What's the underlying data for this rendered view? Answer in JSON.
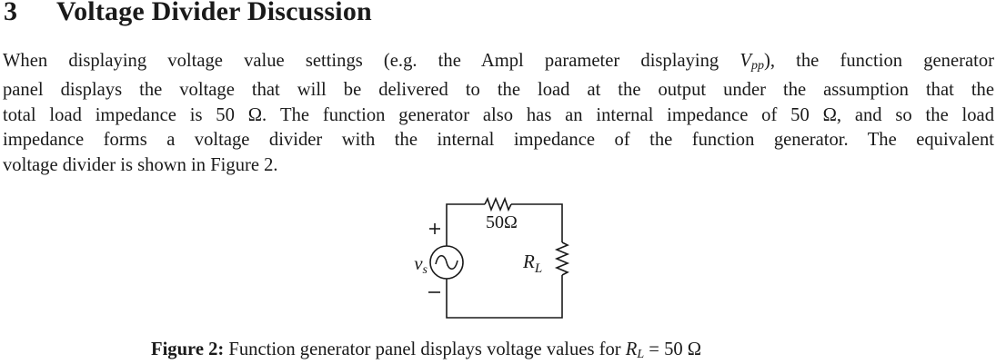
{
  "section": {
    "number": "3",
    "title": "Voltage Divider Discussion"
  },
  "paragraph": {
    "lines": [
      [
        "When displaying voltage value settings (e.g.  the Ampl parameter displaying ",
        "V",
        "pp",
        "), the function generator"
      ],
      "panel displays the voltage that will be delivered to the load at the output under the assumption that the",
      "total load impedance is 50 Ω.  The function generator also has an internal impedance of 50 Ω, and so the load",
      "impedance forms a voltage divider with the internal impedance of the function generator.  The equivalent",
      "voltage divider is shown in Figure 2."
    ],
    "line1_pre": "When displaying voltage value settings (e.g.  the Ampl parameter displaying ",
    "line1_var": "V",
    "line1_sub": "pp",
    "line1_post": "), the function generator",
    "line2": "panel displays the voltage that will be delivered to the load at the output under the assumption that the",
    "line3": "total load impedance is 50 Ω.  The function generator also has an internal impedance of 50 Ω, and so the load",
    "line4": "impedance forms a voltage divider with the internal impedance of the function generator.  The equivalent",
    "line5": "voltage divider is shown in Figure 2."
  },
  "figure": {
    "source_label": "v",
    "source_sub": "s",
    "plus_sign": "+",
    "minus_sign": "−",
    "internal_resistor_label": "50Ω",
    "load_resistor_label": "R",
    "load_resistor_sub": "L",
    "caption_label": "Figure 2:",
    "caption_text": " Function generator panel displays voltage values for ",
    "caption_var": "R",
    "caption_sub": "L",
    "caption_eq": " = 50 Ω"
  }
}
